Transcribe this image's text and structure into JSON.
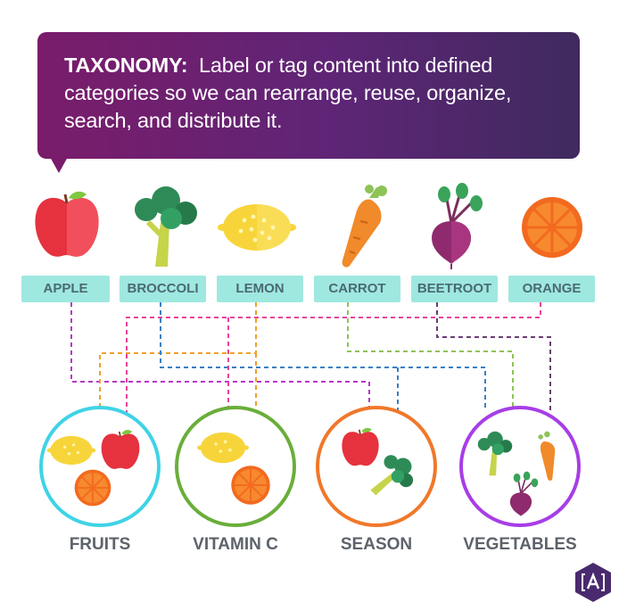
{
  "banner": {
    "keyword": "TAXONOMY:",
    "line1": "Label or tag content into defined",
    "line2": "categories so we can rearrange, reuse, organize,",
    "line3": "search, and distribute it."
  },
  "items": [
    {
      "label": "APPLE",
      "icon": "apple-icon"
    },
    {
      "label": "BROCCOLI",
      "icon": "broccoli-icon"
    },
    {
      "label": "LEMON",
      "icon": "lemon-icon"
    },
    {
      "label": "CARROT",
      "icon": "carrot-icon"
    },
    {
      "label": "BEETROOT",
      "icon": "beetroot-icon"
    },
    {
      "label": "ORANGE",
      "icon": "orange-icon"
    }
  ],
  "categories": [
    {
      "label": "FRUITS",
      "color": "#3fd3e6",
      "members": [
        "APPLE",
        "LEMON",
        "ORANGE"
      ]
    },
    {
      "label": "VITAMIN C",
      "color": "#6aae3a",
      "members": [
        "LEMON",
        "ORANGE"
      ]
    },
    {
      "label": "SEASON",
      "color": "#f0782a",
      "members": [
        "APPLE",
        "BROCCOLI"
      ]
    },
    {
      "label": "VEGETABLES",
      "color": "#a73ee6",
      "members": [
        "BROCCOLI",
        "CARROT",
        "BEETROOT"
      ]
    }
  ],
  "link_colors": {
    "apple": "#b737c8",
    "broccoli": "#3a7fc4",
    "lemon": "#f0a02a",
    "carrot": "#8ec356",
    "beetroot": "#6b3d74",
    "orange": "#e8439a"
  },
  "logo": {
    "icon": "bracket-a-logo",
    "color": "#4a2a6e"
  }
}
